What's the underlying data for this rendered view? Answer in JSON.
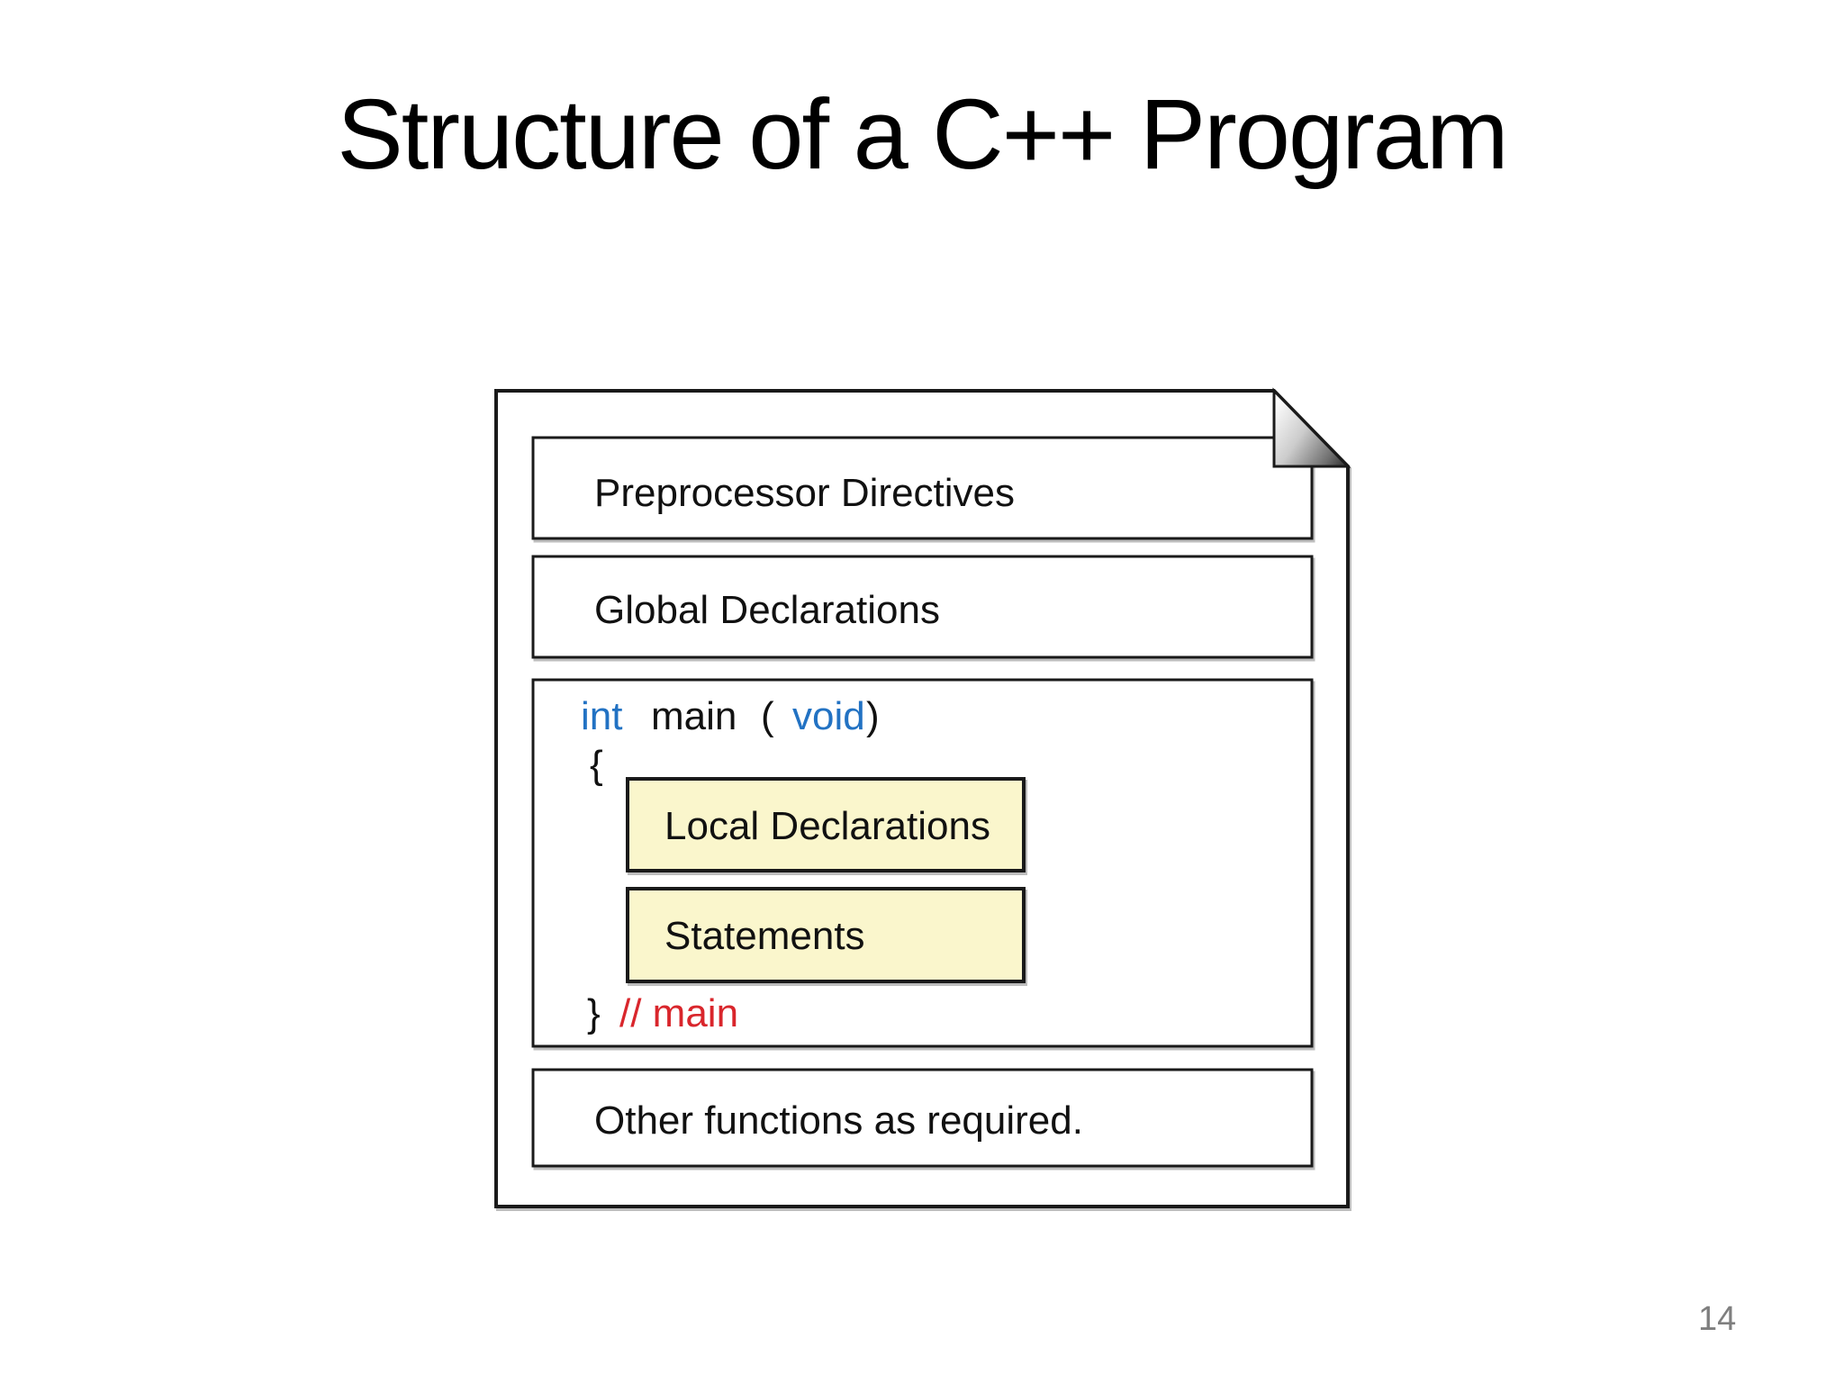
{
  "slide": {
    "title": "Structure of a C++ Program",
    "page_number": "14"
  },
  "colors": {
    "keyword_blue": "#2272c3",
    "comment_red": "#d9262c",
    "box_yellow": "#faf6cc",
    "box_white": "#ffffff",
    "border_black": "#1a1a1a",
    "page_number_gray": "#7f7f7f"
  },
  "diagram": {
    "preprocessor_label": "Preprocessor Directives",
    "global_label": "Global Declarations",
    "main": {
      "kw_int": "int",
      "fn_name": "main",
      "paren_open": "(",
      "kw_void": "void",
      "paren_close": ")",
      "brace_open": "{",
      "brace_close": "}",
      "local_label": "Local Declarations",
      "statements_label": "Statements",
      "comment": "// main"
    },
    "other_label": "Other functions as required."
  }
}
